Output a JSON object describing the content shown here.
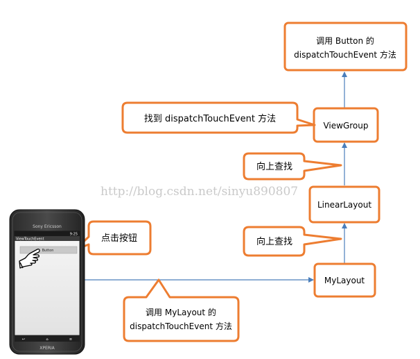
{
  "nodes": {
    "button_dispatch_line1": "调用 Button 的",
    "button_dispatch_line2": "dispatchTouchEvent 方法",
    "viewgroup": "ViewGroup",
    "linearlayout": "LinearLayout",
    "mylayout": "MyLayout"
  },
  "callouts": {
    "find_dispatch": "找到 dispatchTouchEvent 方法",
    "search_up_1": "向上查找",
    "search_up_2": "向上查找",
    "click_button": "点击按钮",
    "call_mylayout_line1": "调用 MyLayout 的",
    "call_mylayout_line2": "dispatchTouchEvent 方法"
  },
  "phone": {
    "brand": "Sony Ericsson",
    "app_title": "ViewTouchEvent",
    "status_time": "9:25",
    "button_label": "Button",
    "model": "XPERIA"
  },
  "watermark": "http://blog.csdn.net/sinyu890807",
  "colors": {
    "box_border": "#ed7d31",
    "arrow": "#4a7ebb"
  }
}
